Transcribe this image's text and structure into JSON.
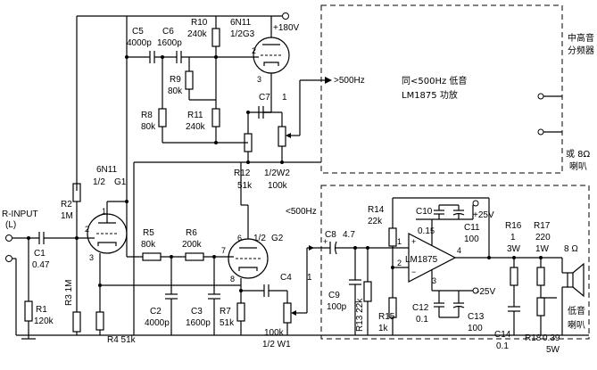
{
  "supply": {
    "plus180": "+180V",
    "plus25": "+25V",
    "minus25": "-25V"
  },
  "input": {
    "label": "R-INPUT",
    "sub": "(L)"
  },
  "tubes": {
    "t1": {
      "name": "6N11",
      "half": "1/2",
      "grid": "G1"
    },
    "t2": {
      "name": "6N11",
      "half": "1/2G3"
    },
    "t3": {
      "half": "1/2",
      "grid": "G2"
    }
  },
  "pins": {
    "p1": "1",
    "p2": "2",
    "p3": "3",
    "p2b": "2",
    "p3b": "3",
    "p6": "6",
    "p7": "7",
    "p8": "8"
  },
  "ic": {
    "name": "LM1875",
    "pin1": "1",
    "pin2": "2",
    "pin3": "3",
    "pin4": "4",
    "pin5": "5",
    "minus": "−",
    "plus": "+"
  },
  "parts": {
    "C1": {
      "ref": "C1",
      "val": "0.47"
    },
    "R1": {
      "ref": "R1",
      "val": "120k"
    },
    "R2": {
      "ref": "R2",
      "val": "1M"
    },
    "R3": {
      "ref": "R3 1M"
    },
    "R4": {
      "ref": "R4 51k"
    },
    "C5": {
      "ref": "C5",
      "val": "4000p"
    },
    "C6": {
      "ref": "C6",
      "val": "1600p"
    },
    "R10": {
      "ref": "R10",
      "val": "240k"
    },
    "R9": {
      "ref": "R9",
      "val": "80k"
    },
    "R8": {
      "ref": "R8",
      "val": "80k"
    },
    "R11": {
      "ref": "R11",
      "val": "240k"
    },
    "C7": {
      "ref": "C7",
      "val": "1"
    },
    "R12": {
      "ref": "R12",
      "val": "51k"
    },
    "W2": {
      "ref": "1/2W2",
      "val": "100k"
    },
    "R5": {
      "ref": "R5",
      "val": "80k"
    },
    "R6": {
      "ref": "R6",
      "val": "200k"
    },
    "C2": {
      "ref": "C2",
      "val": "4000p"
    },
    "C3": {
      "ref": "C3",
      "val": "1600p"
    },
    "R7": {
      "ref": "R7",
      "val": "51k"
    },
    "C4": {
      "ref": "C4",
      "val": "1"
    },
    "W1": {
      "val": "100k",
      "ref": "1/2 W1"
    },
    "C8": {
      "ref": "C8",
      "val": "4.7"
    },
    "C9": {
      "ref": "C9",
      "val": "100p"
    },
    "R13": {
      "ref": "R13 22k"
    },
    "R14": {
      "ref": "R14",
      "val": "22k"
    },
    "R15": {
      "ref": "R15",
      "val": "1k"
    },
    "C10": {
      "ref": "C10",
      "val": "0.1"
    },
    "C11": {
      "ref": "C11",
      "val": "100"
    },
    "C12": {
      "ref": "C12",
      "val": "0.1"
    },
    "C13": {
      "ref": "C13",
      "val": "100"
    },
    "R16": {
      "ref": "R16",
      "val": "1",
      "w": "3W"
    },
    "R17": {
      "ref": "R17",
      "val": "220",
      "w": "1W"
    },
    "C14": {
      "ref": "C14",
      "val": "0.1"
    },
    "R18": {
      "ref": "R18"
    },
    "R18v": {
      "val": "0.39",
      "w": "5W"
    }
  },
  "labels": {
    "gt500": ">500Hz",
    "lt500": "<500Hz",
    "ohm": "8 Ω",
    "mid_high_1": "中高音",
    "mid_high_2": "分频器",
    "same_1": "同<500Hz 低音",
    "same_2": "LM1875  功放",
    "or8_1": "或 8Ω",
    "or8_2": "喇叭",
    "bass_1": "低音",
    "bass_2": "喇叭"
  }
}
